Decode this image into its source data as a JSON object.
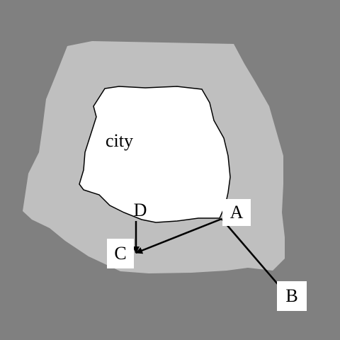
{
  "city_label": "city",
  "points": {
    "A": "A",
    "B": "B",
    "C": "C",
    "D": "D"
  },
  "colors": {
    "outer_background": "#808080",
    "region": "#bfbfbf",
    "city": "#ffffff",
    "arrow": "#000000",
    "label_box": "#ffffff"
  }
}
